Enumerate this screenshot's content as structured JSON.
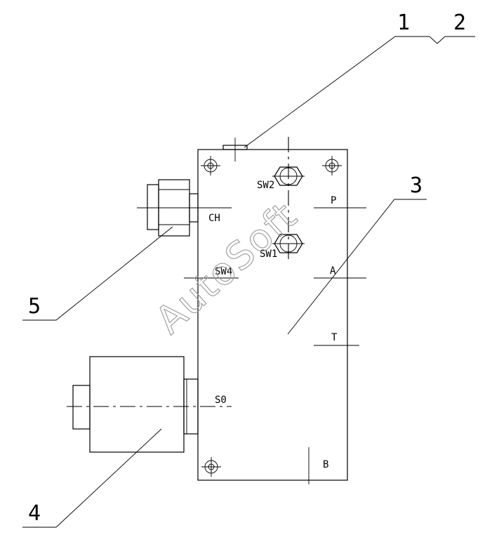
{
  "watermark": "AutoSoft",
  "callouts": {
    "c1": "1",
    "c2": "2",
    "c3": "3",
    "c4": "4",
    "c5": "5"
  },
  "ports": {
    "sw2": "SW2",
    "p": "P",
    "ch": "CH",
    "sw1": "SW1",
    "sw4": "SW4",
    "a": "A",
    "t": "T",
    "s0": "S0",
    "b": "B"
  }
}
